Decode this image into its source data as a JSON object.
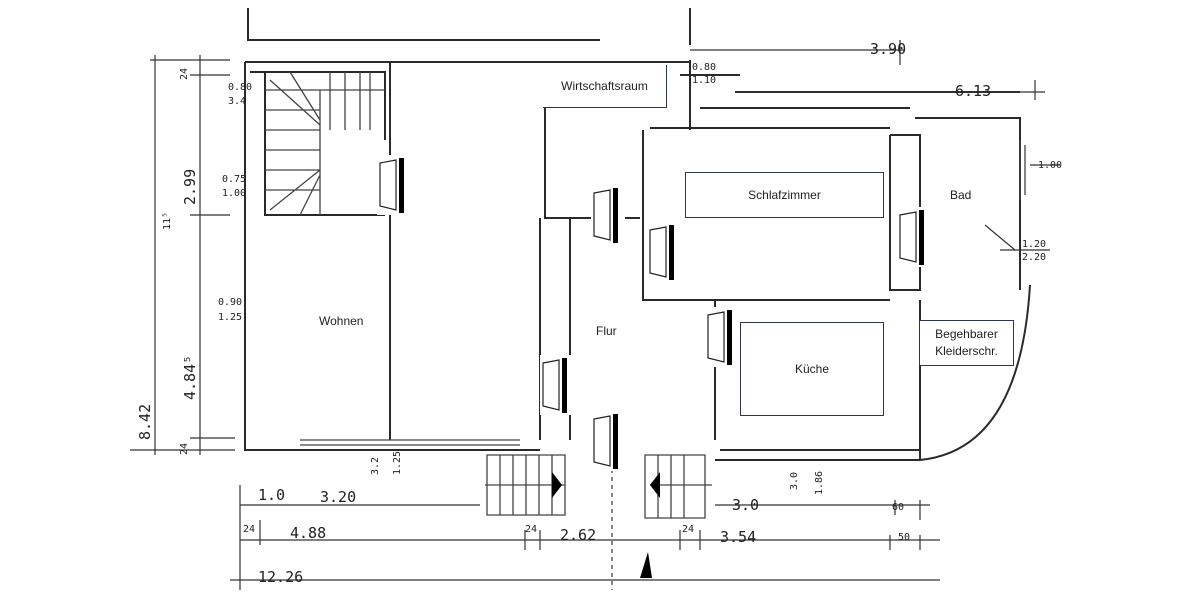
{
  "rooms": {
    "wohnen": "Wohnen",
    "wirtschaftsraum": "Wirtschaftsraum",
    "flur": "Flur",
    "schlafzimmer": "Schlafzimmer",
    "bad": "Bad",
    "kueche": "Küche",
    "kleiderschrank": "Begehbarer Kleiderschr."
  },
  "dimensions": {
    "top_390": "3.90",
    "top_613": "6.13",
    "left_842": "8.42",
    "left_299": "2.99",
    "left_4845": "4.84⁵",
    "left_24_top": "24",
    "left_24_bottom": "24",
    "left_115": "11⁵",
    "bottom_10": "1.0",
    "bottom_320": "3.20",
    "bottom_24a": "24",
    "bottom_488": "4.88",
    "bottom_24b": "24",
    "bottom_262": "2.62",
    "bottom_24c": "24",
    "bottom_354": "3.54",
    "bottom_30": "3.0",
    "bottom_60": "60",
    "bottom_50": "50",
    "bottom_1226": "12.26",
    "win_080_34": [
      "0.80",
      "3.4"
    ],
    "win_075_100": [
      "0.75",
      "1.00"
    ],
    "win_090_125": [
      "0.90",
      "1.25"
    ],
    "win_080_110": [
      "0.80",
      "1.10"
    ],
    "win_100": "1.00",
    "win_120_220": [
      "1.20",
      "2.20"
    ],
    "win_32_125": [
      "3.2",
      "1.25"
    ],
    "win_30_186": [
      "3.0",
      "1.86"
    ]
  },
  "colors": {
    "walls": "#2a2a2a",
    "label_border": "#2b3550",
    "door": "#000000"
  }
}
